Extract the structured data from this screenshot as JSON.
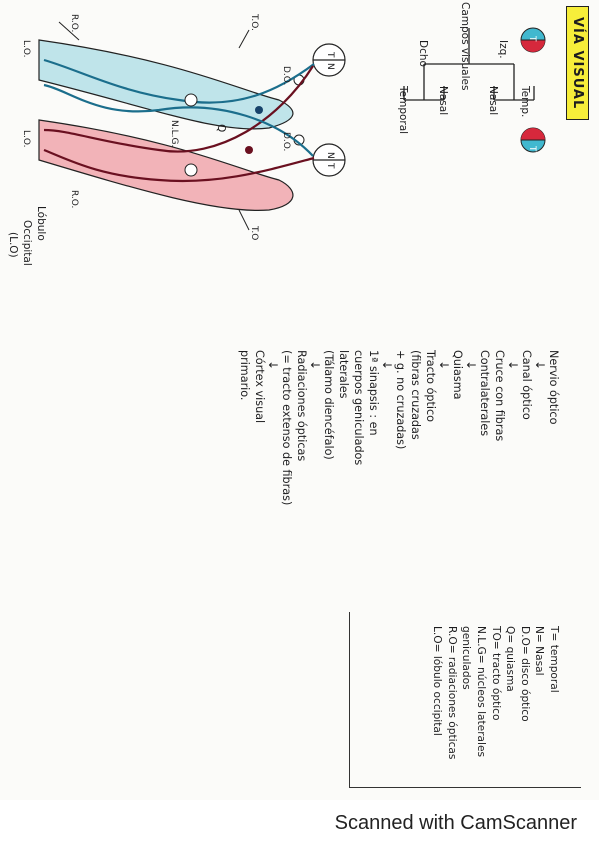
{
  "title": "VÍA VISUAL",
  "diagram": {
    "campos_visuales": "Campos visuales",
    "izq": "Izq.",
    "dcho": "Dcho",
    "temp": "Temp.",
    "nasal_left": "Nasal",
    "nasal_right": "Nasal",
    "temporal": "Temporal",
    "eye_left_t": "T",
    "eye_left_n": "N",
    "eye_right_n": "N",
    "eye_right_t": "T",
    "do_top": "D.O.",
    "do_bottom": "D.O.",
    "to_top": "T.O.",
    "to_bottom": "T.O",
    "q": "Q",
    "nlg": "N.L.G.",
    "ro_top": "R.O.",
    "ro_bottom": "R.O.",
    "lo_top": "L.O.",
    "lo_bottom": "L.O.",
    "lobulo": "Lóbulo",
    "occipital": "Occipital",
    "lo_paren": "(L.O)"
  },
  "flow": [
    "Nervio óptico",
    "Canal óptico",
    "Cruce con fibras",
    "Contralaterales",
    "Quiasma",
    "Tracto óptico",
    "(fibras cruzadas",
    "+ g. no cruzadas)",
    "1ª sinapsis : en",
    "cuerpos geniculados",
    "laterales",
    "(Tálamo diencéfalo)",
    "Radiaciones ópticas",
    "(= tracto extenso de fibras)",
    "Córtex visual",
    "primario."
  ],
  "legend": [
    "T= temporal",
    "N= Nasal",
    "D.O= disco óptico",
    "Q= quiasma",
    "TO= tracto óptico",
    "N.L.G= núcleos laterales",
    "geniculados",
    "R.O= radiaciones ópticas",
    "L.O= lóbulo occipital"
  ],
  "footer": "Scanned with CamScanner",
  "colors": {
    "highlight": "#f7ee3a",
    "blue": "#41b8cf",
    "blue_fill": "#bfe4ea",
    "red": "#d6283c",
    "red_fill": "#ef9aa2",
    "dark_red": "#6a1020",
    "dark_blue": "#17436b"
  }
}
